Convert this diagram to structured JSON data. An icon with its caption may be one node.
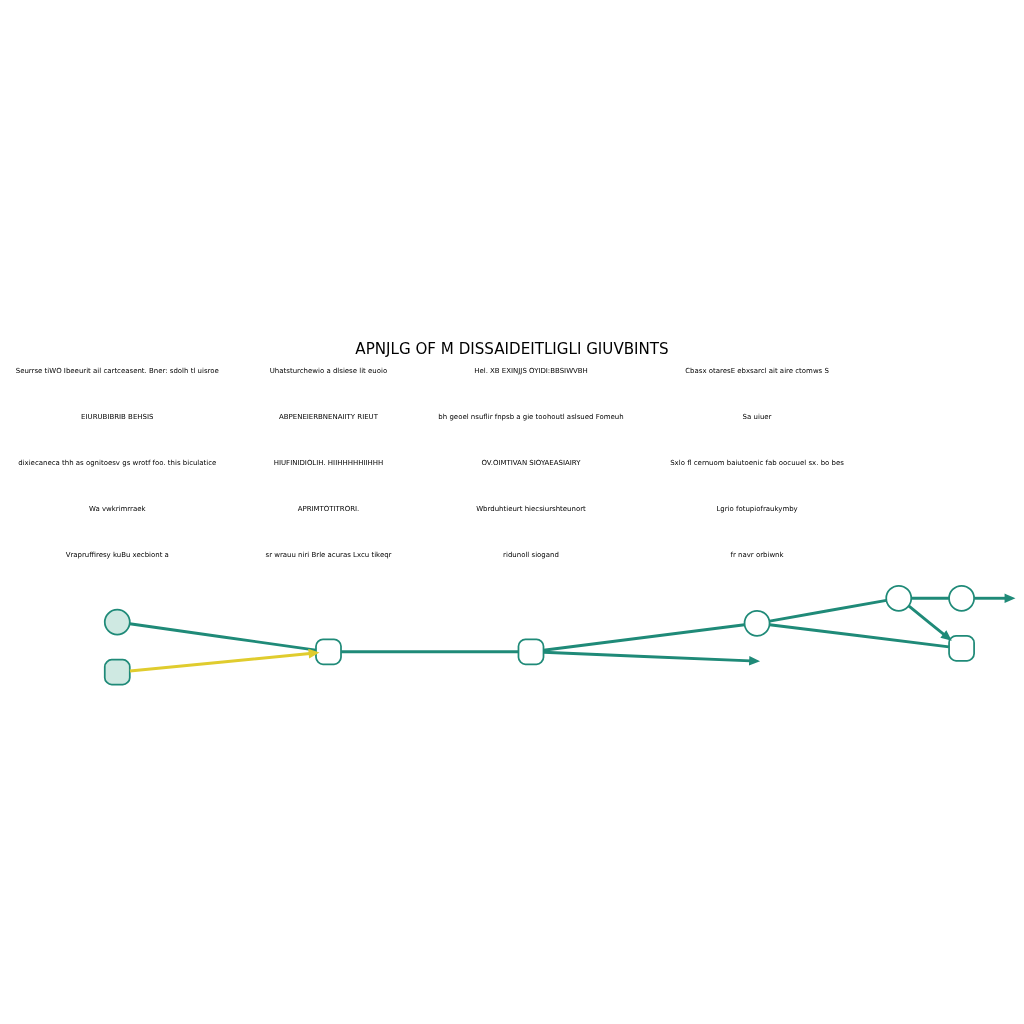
{
  "diagram": {
    "title": "APNJLG OF M DISSAIDEITLIGLI GIUVBINTS",
    "nodes": [
      {
        "text": [],
        "shape": "circle"
      },
      {
        "text": [],
        "shape": "box"
      },
      {
        "text": [],
        "shape": "box"
      },
      {
        "text": [],
        "shape": "circle"
      },
      {
        "text": [],
        "shape": "circle"
      },
      {
        "text": [],
        "shape": "circle"
      },
      {
        "text": [],
        "shape": "box"
      },
      {
        "text": [],
        "shape": "box"
      }
    ],
    "edges": [
      {
        "from": 0,
        "to": 1,
        "arrow": "none"
      },
      {
        "from": 1,
        "to": 2,
        "arrow": "none"
      },
      {
        "from": 2,
        "to": 3,
        "arrow": "none"
      },
      {
        "from": 3,
        "to": 5,
        "arrow": "none"
      },
      {
        "from": 5,
        "to": 4,
        "arrow": "none"
      },
      {
        "from": 4,
        "to": null,
        "arrow": "to"
      },
      {
        "from": 2,
        "to": null,
        "arrow": "to"
      },
      {
        "from": 7,
        "to": 1,
        "arrow": "to",
        "color": "#e0cc2e"
      },
      {
        "from": 3,
        "to": 6,
        "arrow": "none"
      },
      {
        "from": 5,
        "to": 6,
        "arrow": "to"
      }
    ],
    "labels": [
      "Vrapruffiresy kuBu xecbiont a",
      "sr wrauu niri Brle acuras Lxcu tikeqr",
      "ridunoll siogand",
      "fr navr orbiwnk",
      "Wa vwkrimrraek",
      "APRIMTOTITRORI.",
      "Wbrduhtieurt hiecsiurshteunort",
      "Lgrio fotupiofraukymby",
      "dixiecaneca thh as ognitoesv gs wrotf foo. this biculatice",
      "HIUFINIDIOLIH. HIIHHHHHIIHHH",
      "OV.OIMTIVAN SIOYAEASIAIRY",
      "Sxlo fl cernuom baiutoenic fab oocuuel sx. bo bes",
      "EIURUBIBRIB BEHSIS",
      "ABPENEIERBNENAIITY RIEUT",
      "bh geoel nsuflir fnpsb a gie toohoutl aslsued Fomeuh",
      "Sa uiuer",
      "Seurrse tiWO Ibeeurit ail cartceasent. Bner: sdolh tl uisroe",
      "Uhatsturchewio a dlsiese lit euoio",
      "Hel. XB EXINJJS OYIDI:BBSIWVBH",
      "Cbasx otaresE ebxsarcl ait aire ctomws S"
    ]
  }
}
